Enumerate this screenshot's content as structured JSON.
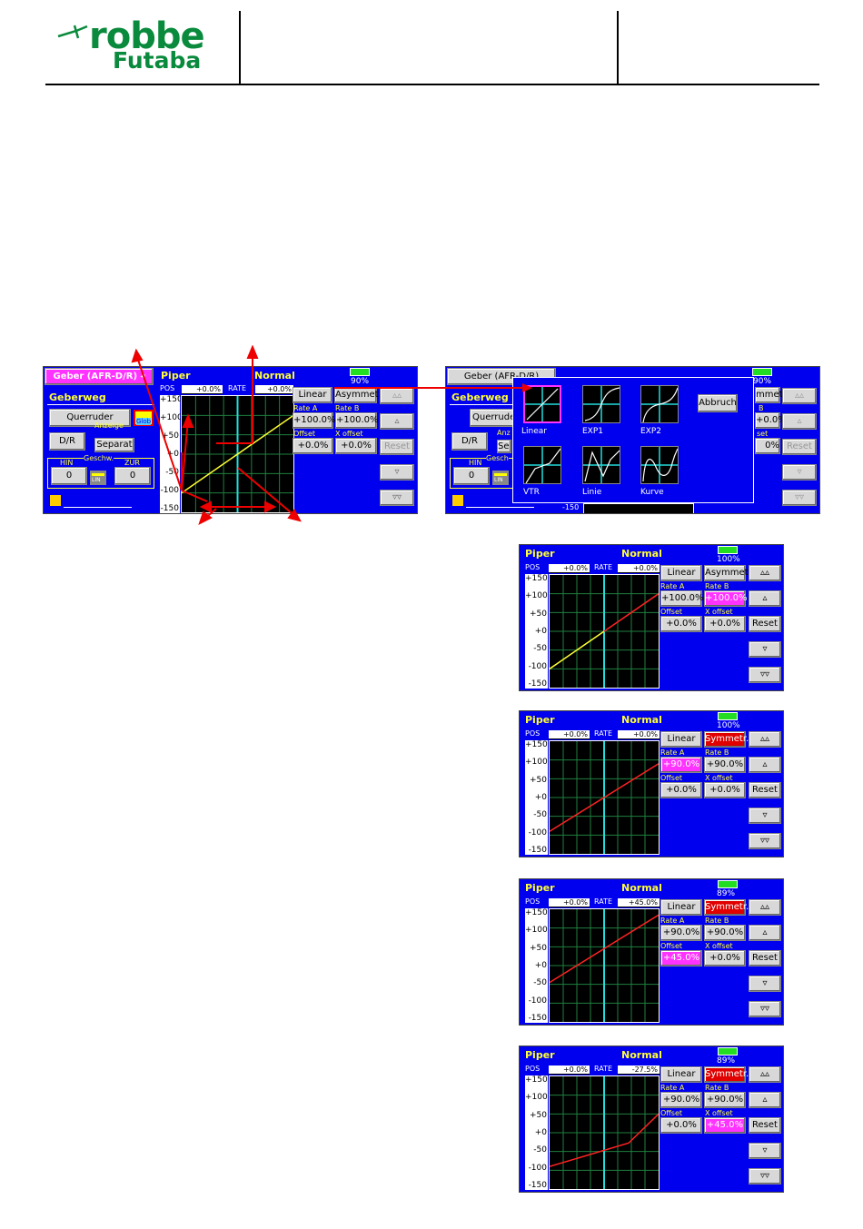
{
  "header": {
    "brand_top": "robbe",
    "brand_bottom": "Futaba"
  },
  "screen1": {
    "tab_label": "Geber (AFR-D/R)",
    "section_title": "Geberweg",
    "control_button": "Querruder",
    "glob_label": "Glob",
    "dr_button": "D/R",
    "anzeige_label": "Anzeige",
    "separat_button": "Separat",
    "geschw_label": "Geschw.",
    "hin_label": "HIN",
    "zur_label": "ZUR",
    "hin_value": "0",
    "zur_value": "0",
    "lin_label": "LIN",
    "model": "Piper",
    "condition": "Normal",
    "battery": "90%",
    "pos_label": "POS",
    "pos_value": "+0.0%",
    "rate_label": "RATE",
    "rate_value": "+0.0%",
    "curve_button": "Linear",
    "sym_button": "Asymmet.",
    "rate_a_label": "Rate A",
    "rate_b_label": "Rate B",
    "rate_a_value": "+100.0%",
    "rate_b_value": "+100.0%",
    "offset_label": "Offset",
    "xoffset_label": "X offset",
    "offset_value": "+0.0%",
    "xoffset_value": "+0.0%",
    "reset_button": "Reset",
    "ticks": [
      "+150",
      "+100",
      "+50",
      "+0",
      "-50",
      "-100",
      "-150"
    ]
  },
  "screen2": {
    "tab_label": "Geber (AFR-D/R)",
    "section_title": "Geberweg",
    "control_button": "Querrude",
    "dr_button": "D/R",
    "hin_label": "HIN",
    "hin_value": "0",
    "battery": "90%",
    "partial_label_a": "Anz",
    "partial_btn": "Se",
    "partial_rate": "+0.0%",
    "partial_offset": "0%",
    "partial_sym": "mmet.",
    "partial_b": "B",
    "partial_set": "set",
    "partial_reset": "Reset",
    "partial_geschw": "Gesch",
    "partial_lin": "LIN",
    "partial_150": "-150",
    "popup": {
      "items": [
        "Linear",
        "EXP1",
        "EXP2",
        "VTR",
        "Linie",
        "Kurve"
      ],
      "cancel": "Abbruch"
    }
  },
  "panels": [
    {
      "model": "Piper",
      "condition": "Normal",
      "battery": "100%",
      "pos": "+0.0%",
      "rate": "+0.0%",
      "curve": "Linear",
      "sym": "Asymmet.",
      "sym_style": "normal",
      "rate_a": "+100.0%",
      "rate_b": "+100.0%",
      "rate_a_style": "normal",
      "rate_b_style": "mag",
      "offset": "+0.0%",
      "xoffset": "+0.0%",
      "offset_style": "normal",
      "xoffset_style": "normal",
      "curve_points": [
        [
          -100,
          -100
        ],
        [
          100,
          100
        ]
      ]
    },
    {
      "model": "Piper",
      "condition": "Normal",
      "battery": "100%",
      "pos": "+0.0%",
      "rate": "+0.0%",
      "curve": "Linear",
      "sym": "Symmetr.",
      "sym_style": "red",
      "rate_a": "+90.0%",
      "rate_b": "+90.0%",
      "rate_a_style": "mag",
      "rate_b_style": "normal",
      "offset": "+0.0%",
      "xoffset": "+0.0%",
      "offset_style": "normal",
      "xoffset_style": "normal",
      "curve_points": [
        [
          -100,
          -90
        ],
        [
          100,
          90
        ]
      ]
    },
    {
      "model": "Piper",
      "condition": "Normal",
      "battery": "89%",
      "pos": "+0.0%",
      "rate": "+45.0%",
      "curve": "Linear",
      "sym": "Symmetr.",
      "sym_style": "red",
      "rate_a": "+90.0%",
      "rate_b": "+90.0%",
      "rate_a_style": "normal",
      "rate_b_style": "normal",
      "offset": "+45.0%",
      "xoffset": "+0.0%",
      "offset_style": "mag",
      "xoffset_style": "normal",
      "curve_points": [
        [
          -100,
          -45
        ],
        [
          100,
          135
        ]
      ]
    },
    {
      "model": "Piper",
      "condition": "Normal",
      "battery": "89%",
      "pos": "+0.0%",
      "rate": "-27.5%",
      "curve": "Linear",
      "sym": "Symmetr.",
      "sym_style": "red",
      "rate_a": "+90.0%",
      "rate_b": "+90.0%",
      "rate_a_style": "normal",
      "rate_b_style": "normal",
      "offset": "+0.0%",
      "xoffset": "+45.0%",
      "offset_style": "normal",
      "xoffset_style": "mag",
      "curve_points": [
        [
          -100,
          -90
        ],
        [
          45,
          -27.5
        ],
        [
          100,
          50
        ]
      ]
    }
  ],
  "common": {
    "pos_label": "POS",
    "rate_label": "RATE",
    "rate_a_label": "Rate A",
    "rate_b_label": "Rate B",
    "offset_label": "Offset",
    "xoffset_label": "X offset",
    "reset": "Reset",
    "ticks": [
      "+150",
      "+100",
      "+50",
      "+0",
      "-50",
      "-100",
      "-150"
    ]
  }
}
